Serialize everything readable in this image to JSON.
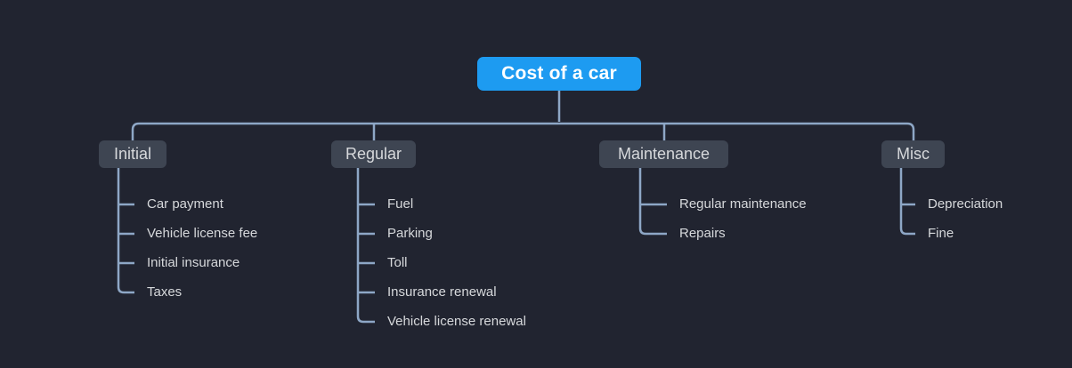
{
  "root": {
    "label": "Cost of a car"
  },
  "branches": [
    {
      "label": "Initial",
      "items": [
        "Car payment",
        "Vehicle license fee",
        "Initial insurance",
        "Taxes"
      ]
    },
    {
      "label": "Regular",
      "items": [
        "Fuel",
        "Parking",
        "Toll",
        "Insurance renewal",
        "Vehicle license renewal"
      ]
    },
    {
      "label": "Maintenance",
      "items": [
        "Regular maintenance",
        "Repairs"
      ]
    },
    {
      "label": "Misc",
      "items": [
        "Depreciation",
        "Fine"
      ]
    }
  ],
  "colors": {
    "background": "#212430",
    "root_bg": "#1d9bf1",
    "root_text": "#ffffff",
    "node_bg": "#3e4552",
    "node_text": "#d6d8db",
    "leaf_text": "#d6d8db",
    "connector": "#8ea7c6"
  }
}
